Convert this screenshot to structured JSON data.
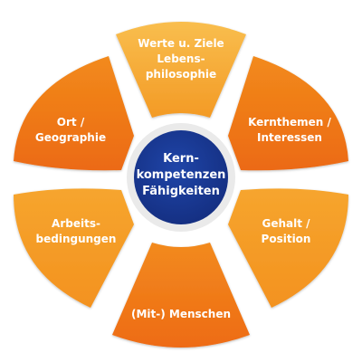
{
  "center": {
    "lines": [
      "Kern-",
      "kompetenzen",
      "Fähigkeiten"
    ]
  },
  "petals": [
    {
      "key": "top",
      "lines": [
        "Werte u. Ziele",
        "Lebens-",
        "philosophie"
      ]
    },
    {
      "key": "upper_right",
      "lines": [
        "Kernthemen /",
        "Interessen"
      ]
    },
    {
      "key": "lower_right",
      "lines": [
        "Gehalt /",
        "Position"
      ]
    },
    {
      "key": "bottom",
      "lines": [
        "(Mit-) Menschen"
      ]
    },
    {
      "key": "lower_left",
      "lines": [
        "Arbeits-",
        "bedingungen"
      ]
    },
    {
      "key": "upper_left",
      "lines": [
        "Ort /",
        "Geographie"
      ]
    }
  ],
  "colors": {
    "petal_light": "#F8B541",
    "petal_dark": "#EF7A1A",
    "center_fill": "#17358F",
    "center_ring": "#EAEAEA",
    "text": "#FFFFFF"
  }
}
